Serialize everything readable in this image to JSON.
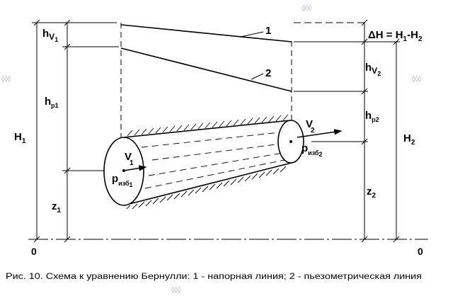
{
  "labels": {
    "hv1_main": "h",
    "hv1_sub": "V",
    "hv1_subsub": "1",
    "hp1_main": "h",
    "hp1_sub": "p1",
    "H1_main": "H",
    "H1_sub": "1",
    "z1_main": "z",
    "z1_sub": "1",
    "line1": "1",
    "line2": "2",
    "dH": "ΔH = H",
    "dH_s1": "1",
    "dH_mid": "-H",
    "dH_s2": "2",
    "hv2_main": "h",
    "hv2_sub": "V",
    "hv2_subsub": "2",
    "hp2_main": "h",
    "hp2_sub": "p2",
    "H2_main": "H",
    "H2_sub": "2",
    "z2_main": "z",
    "z2_sub": "2",
    "V1_main": "V",
    "V1_sub": "1",
    "V2_main": "V",
    "V2_sub": "2",
    "p1_main": "p",
    "p1_sub": "изб",
    "p1_subsub": "1",
    "p2_main": "p",
    "p2_sub": "изб",
    "p2_subsub": "2",
    "zero_left": "0",
    "zero_right": "0"
  },
  "caption": "Рис. 10. Схема к уравнению Бернулли: 1 - напорная линия; 2 - пьезометрическая линия",
  "marks": {
    "top": "◊◊◊",
    "left": "◊◊◊",
    "right": "◊◊◊",
    "bottom": "◊◊◊"
  }
}
